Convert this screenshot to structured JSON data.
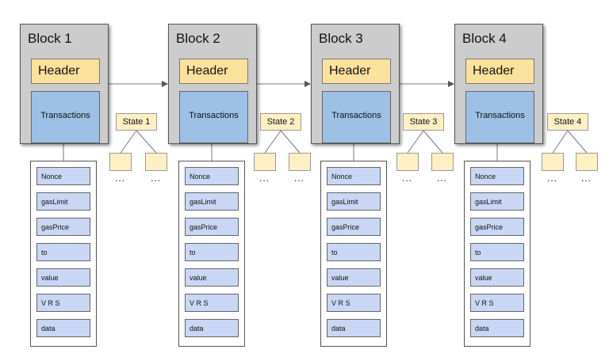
{
  "blocks": [
    {
      "title": "Block 1",
      "header_label": "Header",
      "transactions_label": "Transactions",
      "state_label": "State 1",
      "fields": [
        "Nonce",
        "gasLimit",
        "gasPrice",
        "to",
        "value",
        "V R S",
        "data"
      ],
      "ellipses": [
        "...",
        "..."
      ]
    },
    {
      "title": "Block 2",
      "header_label": "Header",
      "transactions_label": "Transactions",
      "state_label": "State 2",
      "fields": [
        "Nonce",
        "gasLimit",
        "gasPrice",
        "to",
        "value",
        "V R S",
        "data"
      ],
      "ellipses": [
        "...",
        "..."
      ]
    },
    {
      "title": "Block 3",
      "header_label": "Header",
      "transactions_label": "Transactions",
      "state_label": "State 3",
      "fields": [
        "Nonce",
        "gasLimit",
        "gasPrice",
        "to",
        "value",
        "V R S",
        "data"
      ],
      "ellipses": [
        "...",
        "..."
      ]
    },
    {
      "title": "Block 4",
      "header_label": "Header",
      "transactions_label": "Transactions",
      "state_label": "State 4",
      "fields": [
        "Nonce",
        "gasLimit",
        "gasPrice",
        "to",
        "value",
        "V R S",
        "data"
      ],
      "ellipses": [
        "...",
        "..."
      ]
    }
  ],
  "colors": {
    "block_bg": "#cccccc",
    "header_bg": "#fbe29c",
    "transactions_bg": "#9dc0e6",
    "state_bg": "#fff0c4",
    "field_bg": "#c9d7f5"
  }
}
